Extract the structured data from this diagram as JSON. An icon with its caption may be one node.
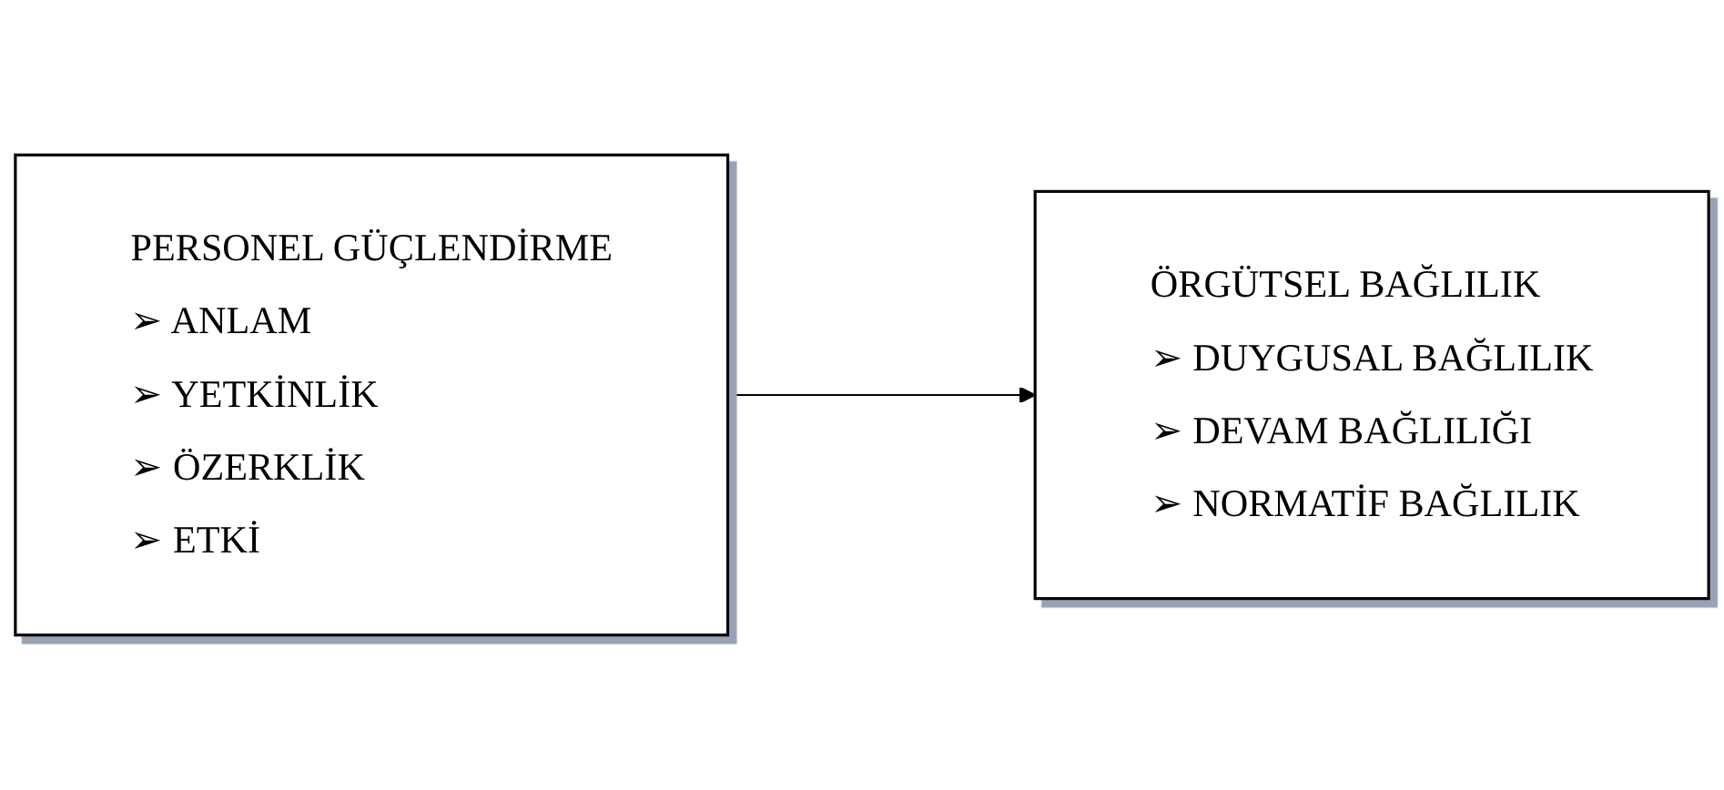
{
  "diagram": {
    "nodes": [
      {
        "text": [
          "PERSONEL GÜÇLENDİRME",
          "➢ ANLAM",
          "➢ YETKİNLİK",
          "➢ ÖZERKLİK",
          "➢ ETKİ"
        ]
      },
      {
        "text": [
          "ÖRGÜTSEL BAĞLILIK",
          "➢ DUYGUSAL BAĞLILIK",
          "➢ DEVAM BAĞLILIĞI",
          "➢ NORMATİF BAĞLILIK"
        ]
      }
    ],
    "edges": [
      {
        "from": 0,
        "to": 1,
        "arrow": "to"
      }
    ]
  }
}
